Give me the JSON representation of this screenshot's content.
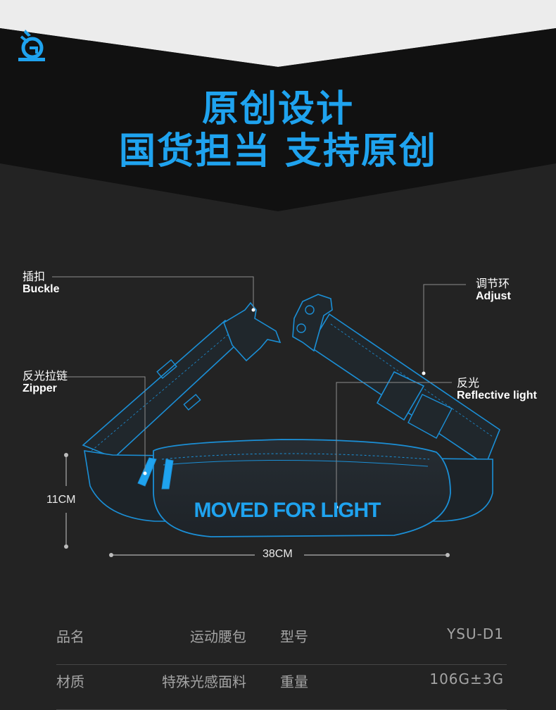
{
  "header": {
    "title_line1": "原创设计",
    "title_line2": "国货担当  支持原创"
  },
  "labels": {
    "buckle": {
      "cn": "插扣",
      "en": "Buckle"
    },
    "adjust": {
      "cn": "调节环",
      "en": "Adjust"
    },
    "zipper": {
      "cn": "反光拉链",
      "en": "Zipper"
    },
    "reflective": {
      "cn": "反光",
      "en": "Reflective light"
    }
  },
  "product": {
    "print_text": "MOVED FOR LIGHT",
    "height_label": "11CM",
    "width_label": "38CM"
  },
  "specs": [
    {
      "k1": "品名",
      "v1": "运动腰包",
      "k2": "型号",
      "v2": "YSU-D1"
    },
    {
      "k1": "材质",
      "v1": "特殊光感面料",
      "k2": "重量",
      "v2": "106G±3G"
    }
  ],
  "colors": {
    "background": "#232323",
    "accent_blue": "#1fa3ef",
    "header_band": "#0f0f0f",
    "chevron_light": "#e9e9e9"
  }
}
